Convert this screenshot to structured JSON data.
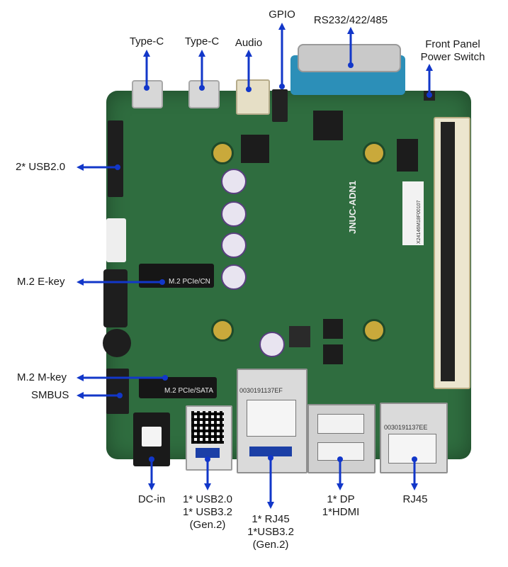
{
  "labels": {
    "gpio": "GPIO",
    "rs232": "RS232/422/485",
    "front_panel_1": "Front Panel",
    "front_panel_2": "Power Switch",
    "type_c_1": "Type-C",
    "type_c_2": "Type-C",
    "audio": "Audio",
    "usb20_header": "2* USB2.0",
    "m2_ekey": "M.2 E-key",
    "m2_mkey": "M.2 M-key",
    "smbus": "SMBUS",
    "dc_in": "DC-in",
    "usb_combo_1": "1* USB2.0",
    "usb_combo_2": "1* USB3.2",
    "usb_combo_3": "(Gen.2)",
    "rj45_combo_1": "1* RJ45",
    "rj45_combo_2": "1*USB3.2",
    "rj45_combo_3": "(Gen.2)",
    "dp_hdmi_1": "1* DP",
    "dp_hdmi_2": "1*HDMI",
    "rj45": "RJ45"
  },
  "board_text": {
    "model": "JNUC-ADN1",
    "m2_e_silk": "M.2 PCIe/CN",
    "m2_m_silk": "M.2 PCIe/SATA",
    "serial_1": "0030191137EF",
    "serial_2": "0030191137EE",
    "sticker": "X24146M18F00107"
  },
  "colors": {
    "arrow": "#1237c9",
    "board": "#2f6d3f",
    "serial_port": "#2c8fb8"
  }
}
